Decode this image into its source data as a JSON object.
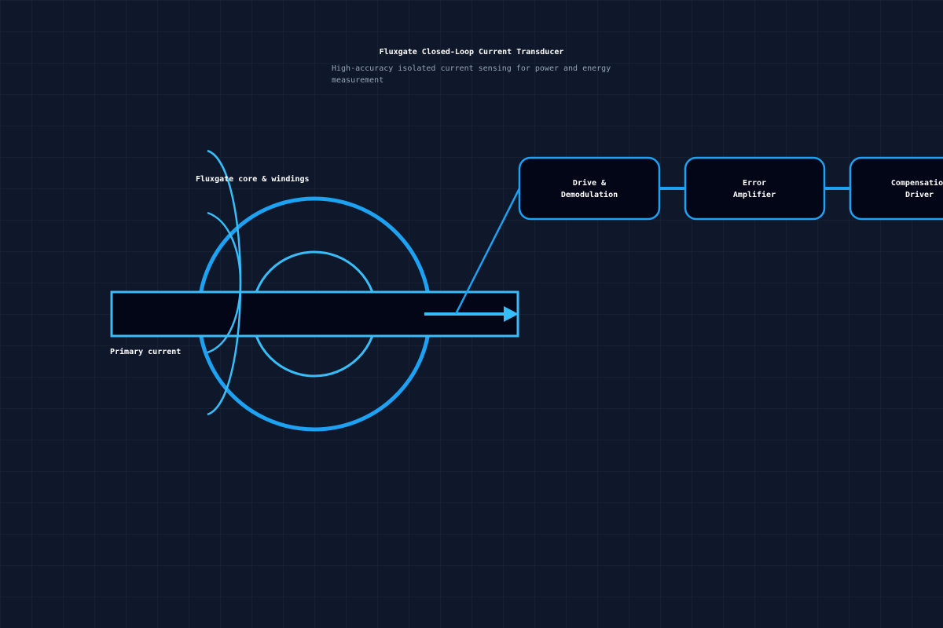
{
  "diagram": {
    "title": "Fluxgate Closed-Loop Current Transducer",
    "subtitle_line1": "High-accuracy isolated current sensing for power and energy",
    "subtitle_line2": "measurement",
    "core_label": "Fluxgate core & windings",
    "primary_label": "Primary current",
    "blocks": [
      {
        "line1": "Drive &",
        "line2": "Demodulation"
      },
      {
        "line1": "Error",
        "line2": "Amplifier"
      },
      {
        "line1": "Compensation",
        "line2": "Driver"
      }
    ]
  },
  "colors": {
    "background": "#0f172a",
    "grid": "#1e293b",
    "accent": "#1da1f2",
    "accent_light": "#38bdf8",
    "block_fill": "#020617",
    "text": "#ffffff",
    "subtext": "#94a3b8"
  }
}
